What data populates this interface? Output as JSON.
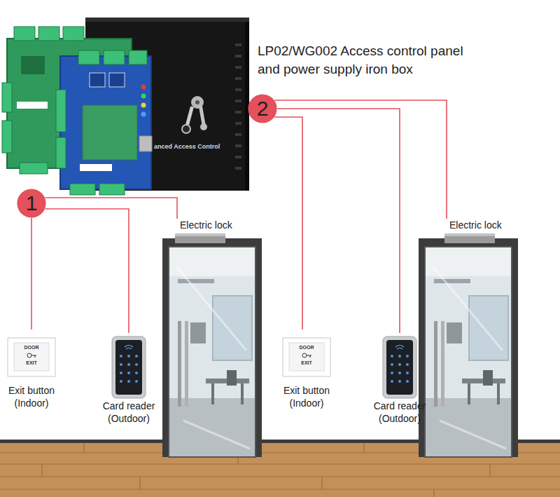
{
  "diagram": {
    "title": "LP02/WG002 Access control panel and power supply iron box",
    "nodes": [
      {
        "text": [
          "2"
        ]
      },
      {
        "text": [
          "1"
        ]
      },
      {
        "text": [
          "Electric lock"
        ]
      },
      {
        "text": [
          "Electric lock"
        ]
      },
      {
        "text": [
          "Exit button (Indoor)"
        ]
      },
      {
        "text": [
          "Card reader (Outdoor)"
        ]
      },
      {
        "text": [
          "Exit button (Indoor)"
        ]
      },
      {
        "text": [
          "Card reader (Outdoor)"
        ]
      }
    ],
    "edges": [
      {
        "from": 1,
        "to": 4,
        "arrow": "none"
      },
      {
        "from": 1,
        "to": 5,
        "arrow": "none"
      },
      {
        "from": 1,
        "to": 2,
        "arrow": "none"
      },
      {
        "from": 0,
        "to": 6,
        "arrow": "none"
      },
      {
        "from": 0,
        "to": 7,
        "arrow": "none"
      },
      {
        "from": 0,
        "to": 3,
        "arrow": "none"
      }
    ],
    "labels": [
      "DOOR",
      "EXIT",
      "DOOR",
      "EXIT",
      "anced Access Control"
    ]
  }
}
